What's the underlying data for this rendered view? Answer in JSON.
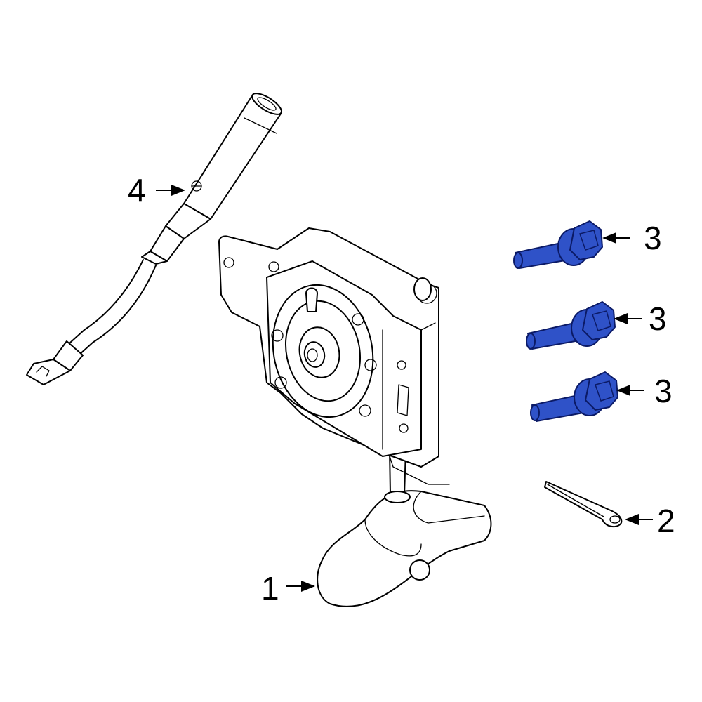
{
  "colors": {
    "background": "#ffffff",
    "line": "#000000",
    "highlight_fill": "#2f52c8",
    "highlight_stroke": "#0b1a66"
  },
  "callouts": [
    {
      "id": "spare-tire-carrier",
      "label": "1"
    },
    {
      "id": "cotter-pin",
      "label": "2"
    },
    {
      "id": "bolt-top",
      "label": "3"
    },
    {
      "id": "bolt-middle",
      "label": "3"
    },
    {
      "id": "bolt-bottom",
      "label": "3"
    },
    {
      "id": "extension-tube",
      "label": "4"
    }
  ]
}
